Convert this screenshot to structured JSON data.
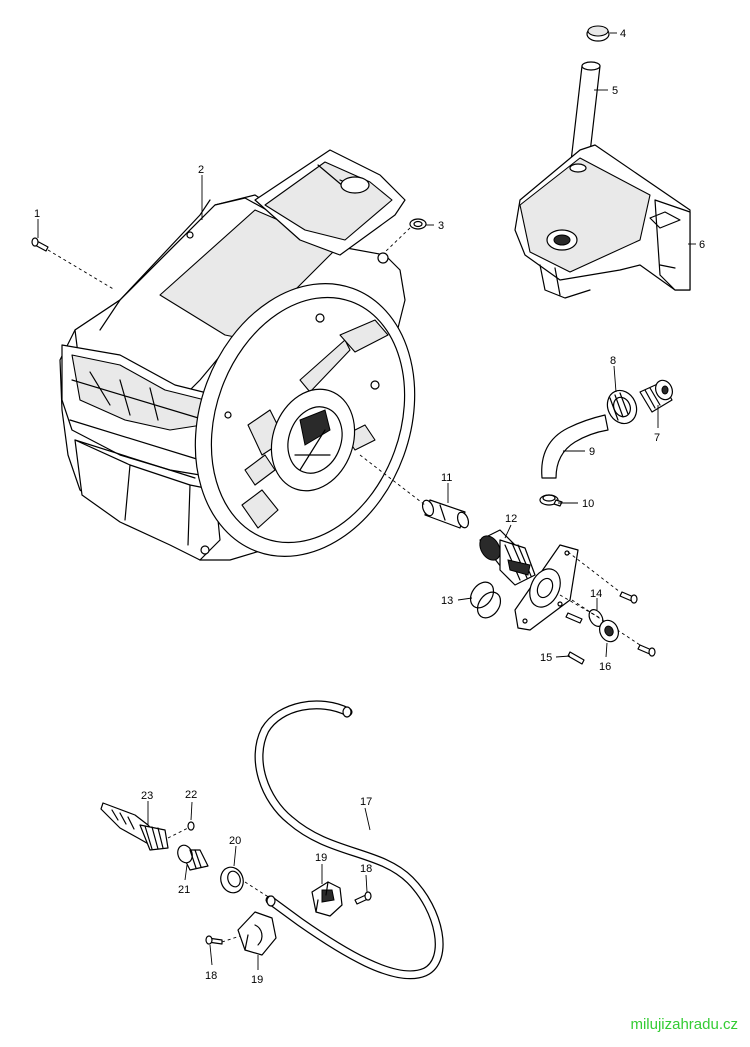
{
  "callouts": [
    "1",
    "2",
    "3",
    "4",
    "5",
    "6",
    "7",
    "8",
    "9",
    "10",
    "11",
    "12",
    "13",
    "14",
    "15",
    "16",
    "17",
    "18",
    "19",
    "20",
    "21",
    "22",
    "23"
  ],
  "watermark": "milujizahradu.cz",
  "colors": {
    "line": "#000000",
    "watermark": "#33cc33",
    "background": "#ffffff"
  }
}
